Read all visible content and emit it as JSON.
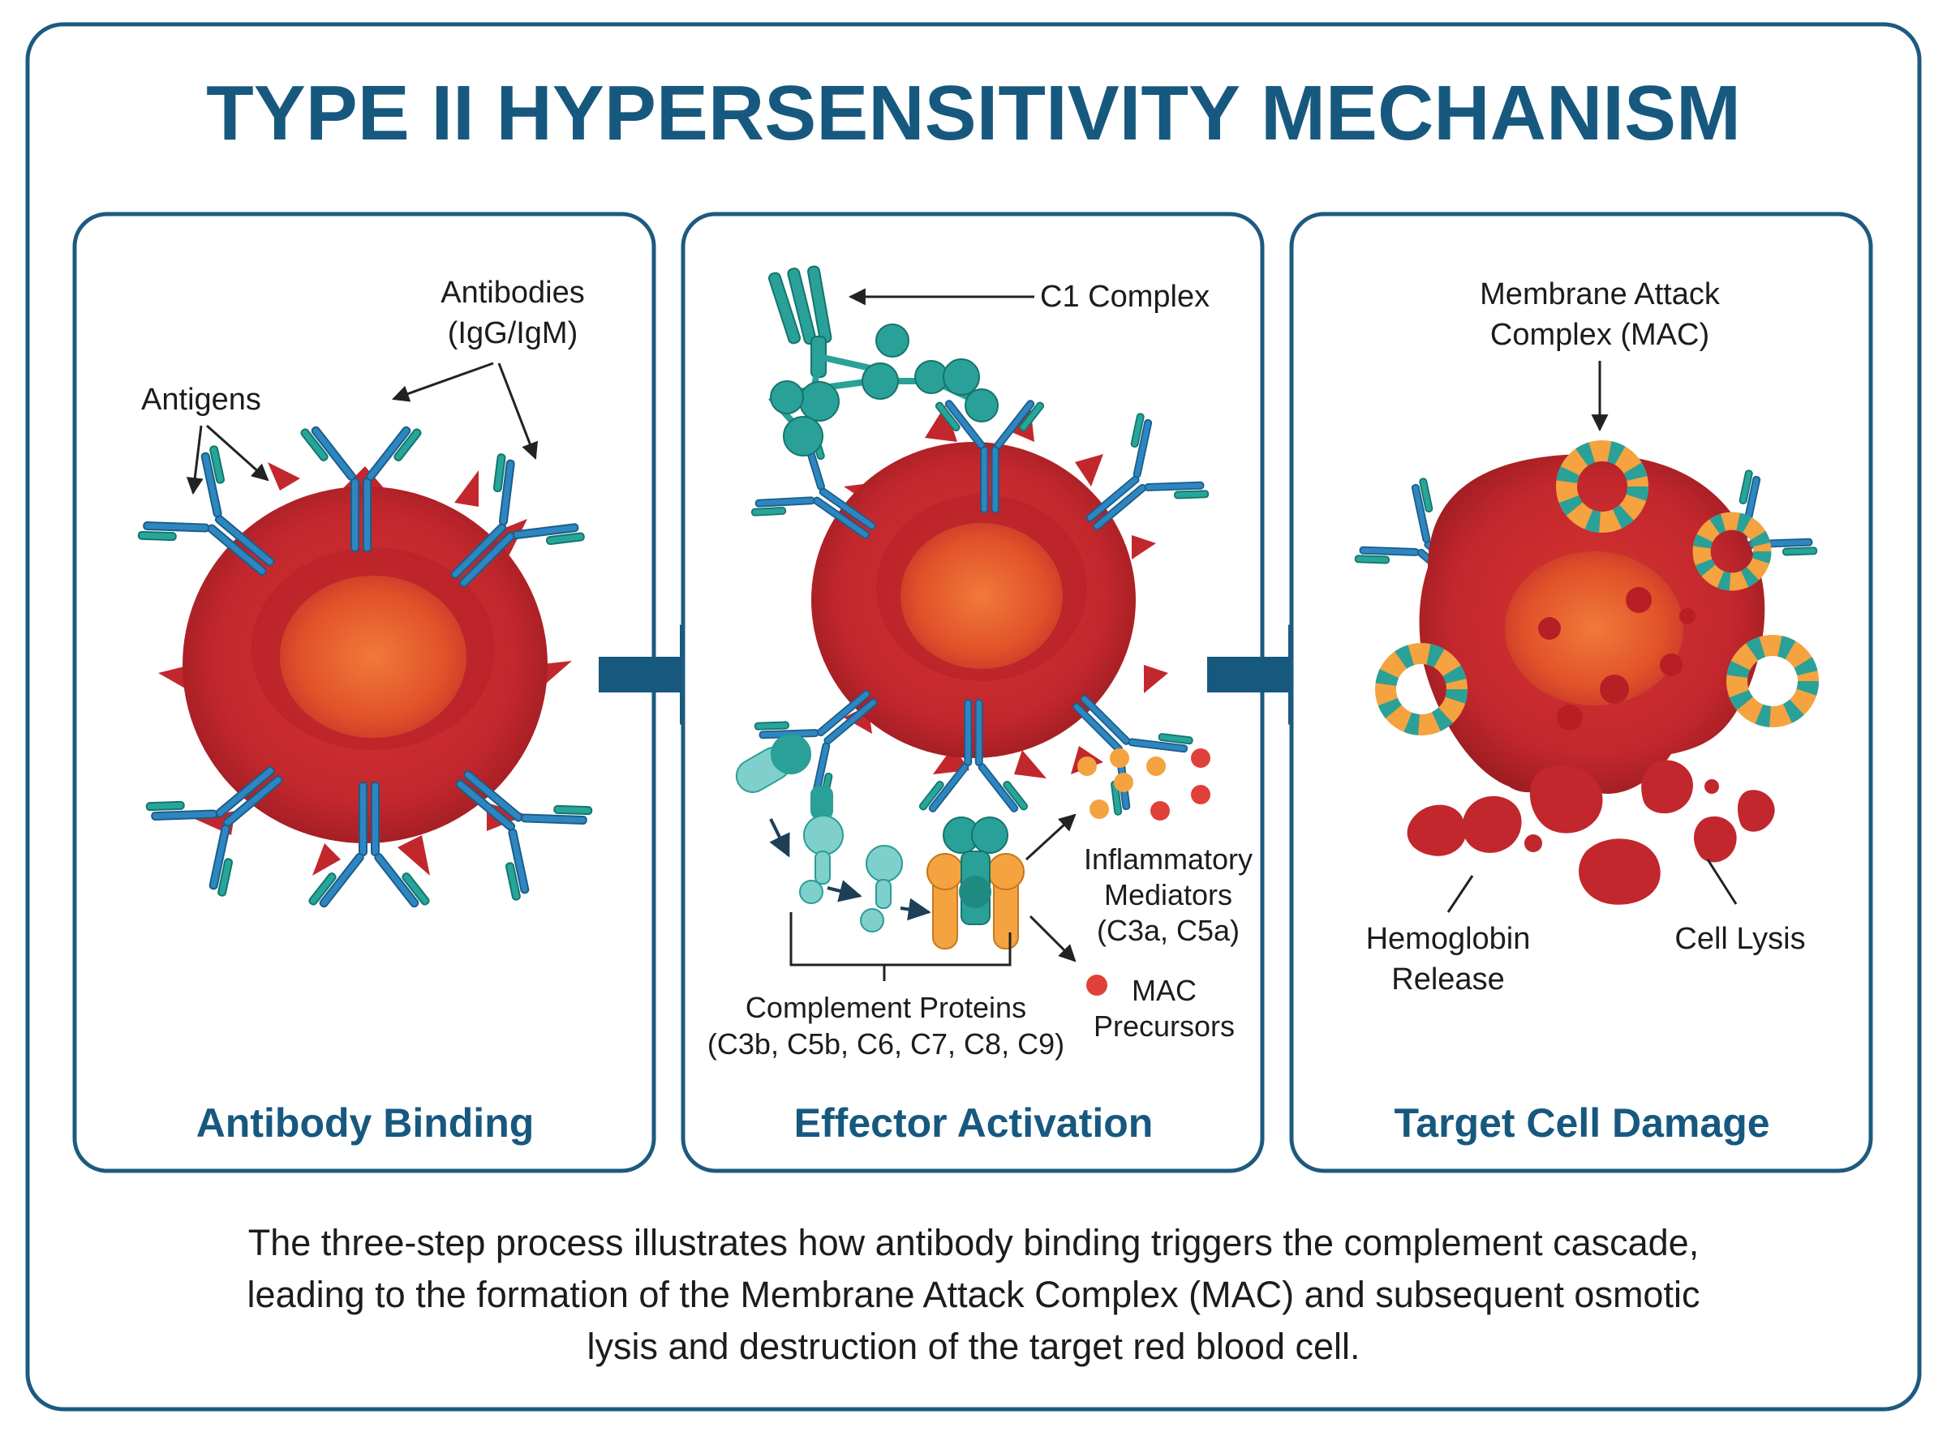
{
  "title": "TYPE II HYPERSENSITIVITY MECHANISM",
  "panels": [
    {
      "title": "Antibody Binding",
      "labels": {
        "antibodies_line1": "Antibodies",
        "antibodies_line2": "(IgG/IgM)",
        "antigens": "Antigens"
      }
    },
    {
      "title": "Effector Activation",
      "labels": {
        "c1_complex": "C1 Complex",
        "inflammatory_line1": "Inflammatory",
        "inflammatory_line2": "Mediators",
        "inflammatory_line3": "(C3a, C5a)",
        "mac_precursors_line1": "MAC",
        "mac_precursors_line2": "Precursors",
        "complement_line1": "Complement Proteins",
        "complement_line2": "(C3b, C5b, C6, C7, C8, C9)"
      }
    },
    {
      "title": "Target Cell Damage",
      "labels": {
        "mac_line1": "Membrane Attack",
        "mac_line2": "Complex (MAC)",
        "hemoglobin_line1": "Hemoglobin",
        "hemoglobin_line2": "Release",
        "cell_lysis": "Cell Lysis"
      }
    }
  ],
  "caption": {
    "line1": "The three-step process illustrates how antibody binding triggers the complement cascade,",
    "line2": "leading to the formation of the Membrane Attack Complex (MAC) and subsequent osmotic",
    "line3": "lysis and destruction of the target red blood cell."
  },
  "colors": {
    "frame": "#1d5a80",
    "title": "#17587f",
    "cell_red": "#c1272d",
    "cell_center": "#e8572a",
    "antibody_blue": "#2e86c1",
    "antigen_teal": "#26a69a",
    "complement_teal": "#2aa198",
    "mac_orange": "#f4a340",
    "arrow_blue": "#17587f"
  }
}
